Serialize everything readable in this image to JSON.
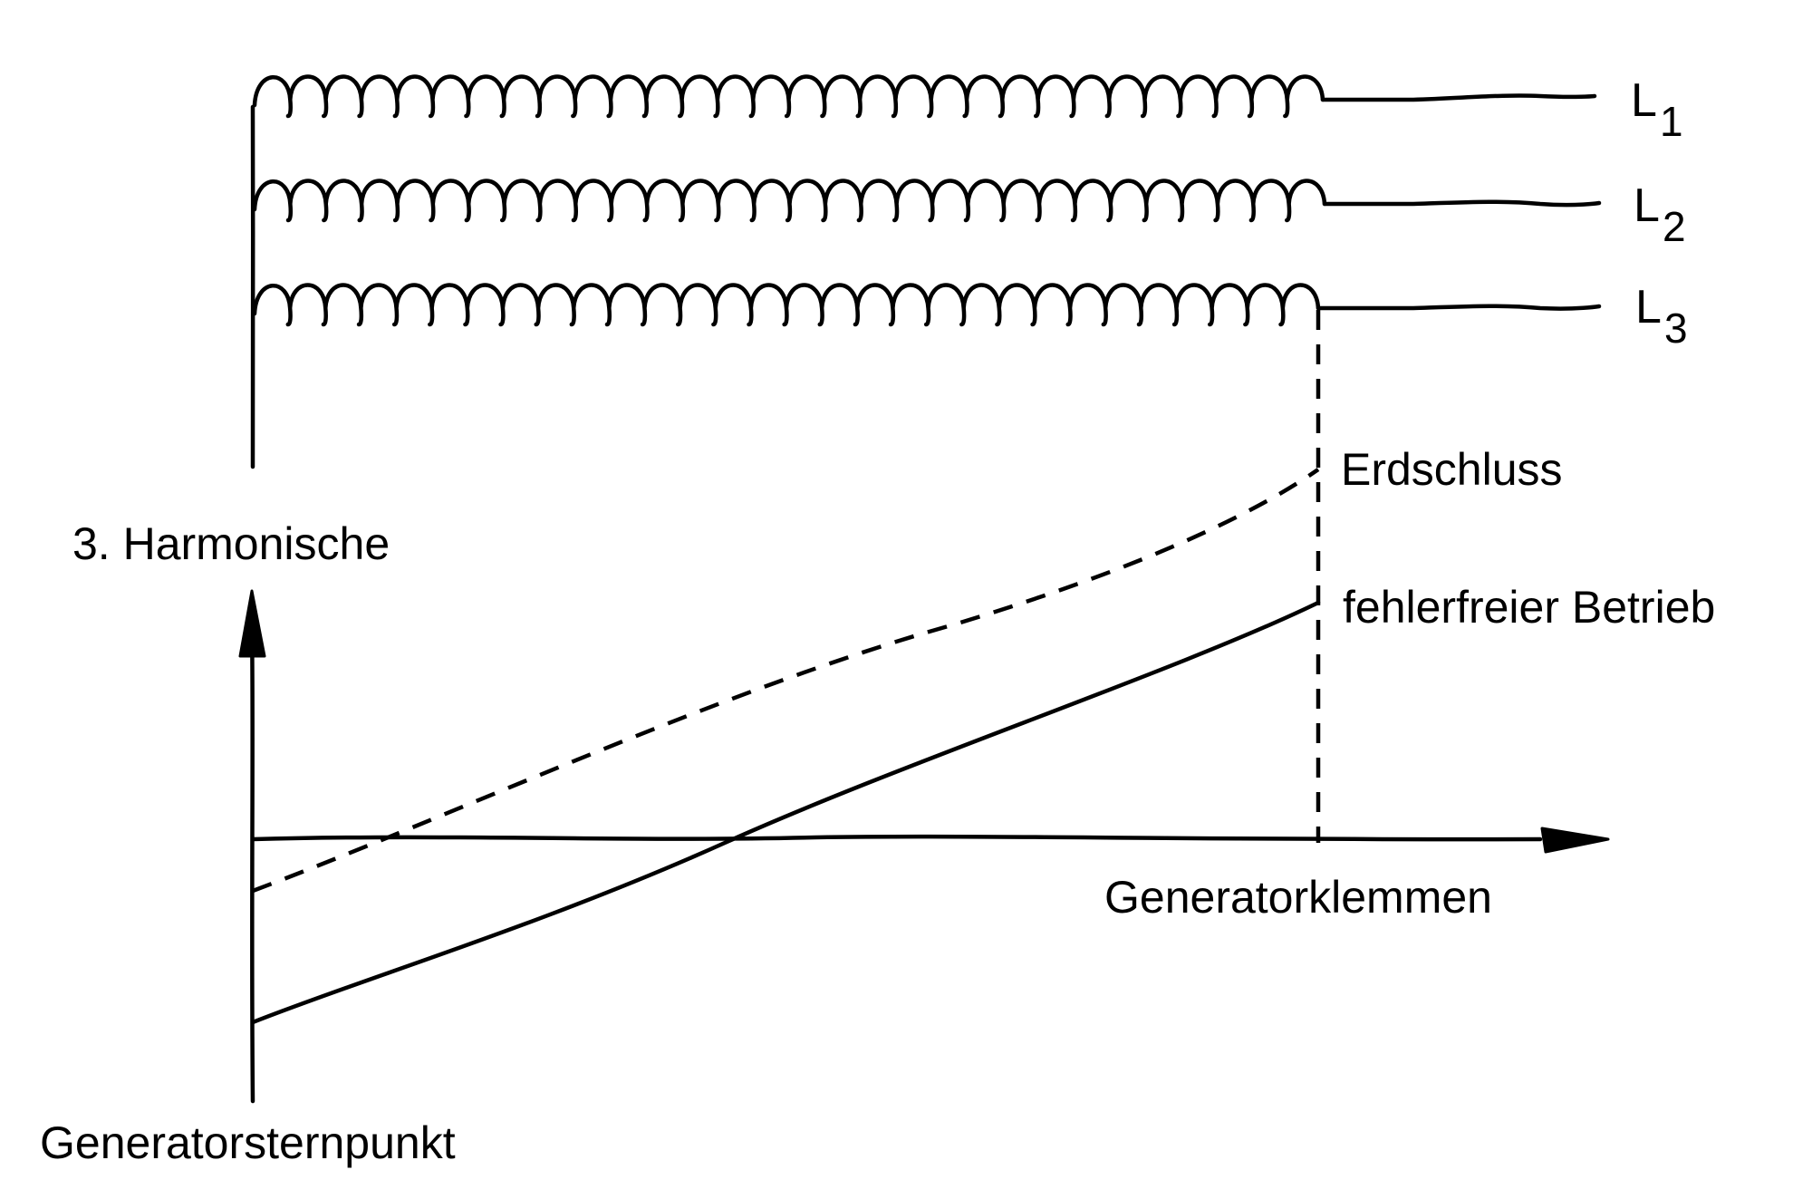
{
  "windings": [
    {
      "phase": "L",
      "index": "1"
    },
    {
      "phase": "L",
      "index": "2"
    },
    {
      "phase": "L",
      "index": "3"
    }
  ],
  "labels": {
    "y_axis": "3. Harmonische",
    "x_axis": "Generatorklemmen",
    "neutral_point": "Generatorsternpunkt",
    "curve_fault": "Erdschluss",
    "curve_normal": "fehlerfreier Betrieb"
  },
  "curves": {
    "fault": {
      "style": "dashed",
      "start_below_axis": true,
      "crosses_axis": true
    },
    "normal": {
      "style": "solid",
      "start_below_axis": true,
      "crosses_axis": true
    }
  },
  "colors": {
    "ink": "#000000",
    "background": "#ffffff"
  }
}
